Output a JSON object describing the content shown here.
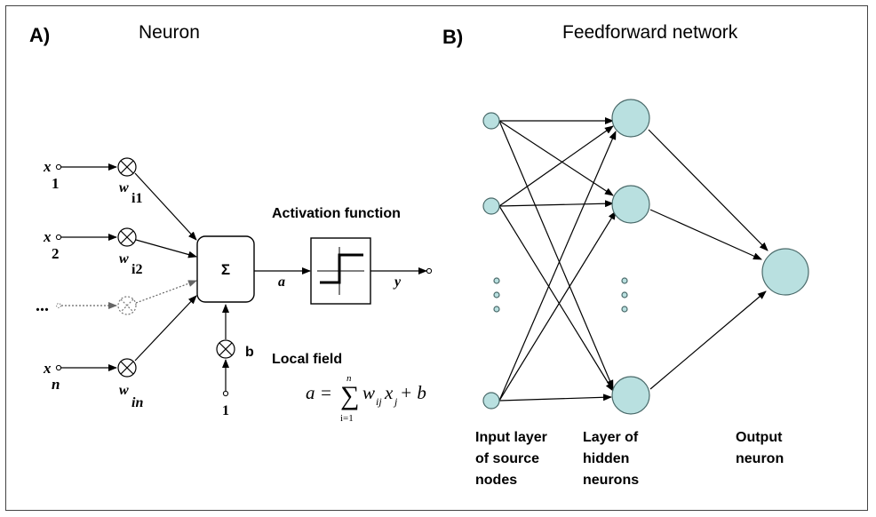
{
  "panel_a": {
    "letter": "A)",
    "title": "Neuron",
    "inputs": [
      {
        "x": "x",
        "x_sub": "1",
        "w": "w",
        "w_sub": "i1"
      },
      {
        "x": "x",
        "x_sub": "2",
        "w": "w",
        "w_sub": "i2"
      },
      {
        "x": "x",
        "x_sub": "n",
        "w": "w",
        "w_sub": "in"
      }
    ],
    "ellipsis": "...",
    "sum_symbol": "Σ",
    "bias_label": "b",
    "bias_input": "1",
    "a_label": "a",
    "y_label": "y",
    "activation_label": "Activation function",
    "local_field_label": "Local field",
    "formula": {
      "lhs": "a =",
      "sum": "∑",
      "upper": "n",
      "lower": "i=1",
      "w": "w",
      "w_sub": "ij",
      "x": "x",
      "x_sub": "j",
      "tail": "+ b"
    }
  },
  "panel_b": {
    "letter": "B)",
    "title": "Feedforward network",
    "labels": {
      "input": [
        "Input layer",
        "of source",
        "nodes"
      ],
      "hidden": [
        "Layer of",
        "hidden",
        "neurons"
      ],
      "output": [
        "Output",
        "neuron"
      ]
    }
  },
  "colors": {
    "node_fill": "#b9e0e0",
    "node_stroke": "#4a6a6a",
    "line": "#000000"
  }
}
